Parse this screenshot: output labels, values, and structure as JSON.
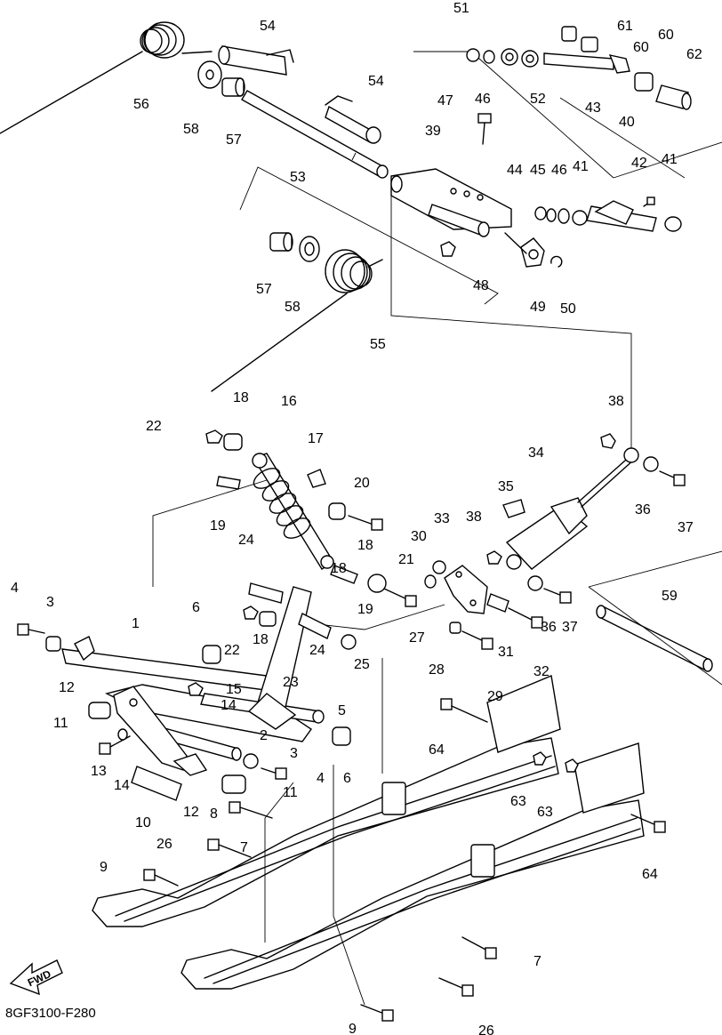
{
  "diagram_code": "8GF3100-F280",
  "direction_arrow": "FWD",
  "part_numbers": [
    "1",
    "2",
    "3",
    "3",
    "4",
    "4",
    "5",
    "6",
    "6",
    "7",
    "7",
    "8",
    "9",
    "9",
    "10",
    "11",
    "11",
    "12",
    "12",
    "13",
    "14",
    "14",
    "15",
    "16",
    "17",
    "18",
    "18",
    "18",
    "18",
    "19",
    "19",
    "20",
    "21",
    "22",
    "22",
    "23",
    "24",
    "24",
    "25",
    "26",
    "26",
    "27",
    "28",
    "29",
    "30",
    "31",
    "32",
    "33",
    "34",
    "35",
    "36",
    "36",
    "37",
    "37",
    "38",
    "38",
    "39",
    "40",
    "41",
    "41",
    "42",
    "43",
    "44",
    "45",
    "46",
    "46",
    "47",
    "48",
    "49",
    "50",
    "51",
    "52",
    "53",
    "54",
    "54",
    "55",
    "56",
    "57",
    "57",
    "58",
    "58",
    "59",
    "60",
    "60",
    "61",
    "62",
    "63",
    "63",
    "64",
    "64"
  ]
}
